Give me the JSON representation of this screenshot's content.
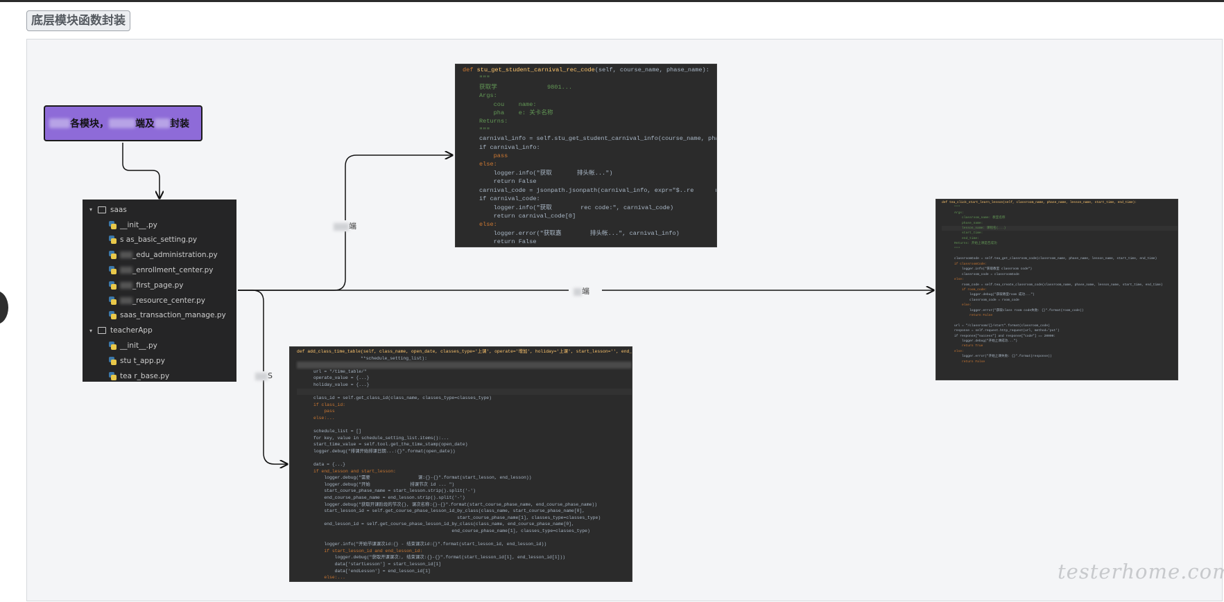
{
  "title": "底层模块函数封装",
  "root_node": {
    "text_a": "各模块，",
    "text_b": "端及",
    "text_c": "封装"
  },
  "tree": {
    "folders": [
      {
        "name": "saas",
        "files": [
          "__init__.py",
          "saas_basic_setting.py",
          "saas_edu_administration.py",
          "saas_enrollment_center.py",
          "saas_first_page.py",
          "saas_resource_center.py",
          "saas_transaction_manage.py"
        ]
      },
      {
        "name": "teacherApp",
        "files": [
          "__init__.py",
          "student_app.py",
          "teacher_base.py"
        ]
      }
    ],
    "display_files": [
      "__init__.py",
      "s  as_basic_setting.py",
      "_edu_administration.py",
      "_enrollment_center.py",
      "_first_page.py",
      "_resource_center.py",
      "saas_transaction_manage.py",
      "__init__.py",
      "stu    t_app.py",
      "tea    r_base.py"
    ]
  },
  "edge_labels": {
    "top": "端",
    "middle": "端",
    "bottom": "S"
  },
  "code_blocks": {
    "carnival": {
      "func_name": "stu_get_student_carnival_rec_code",
      "params": "(self, course_name, phase_name):",
      "lines": [
        "\"\"\"",
        "获取学              9801...",
        "Args:",
        "    cou    name:",
        "    pha    e: 关卡名称",
        "Returns:",
        "\"\"\"",
        "carnival_info = self.stu_get_student_carnival_info(course_name, phase_name)",
        "if carnival_info:",
        "    pass",
        "else:",
        "    logger.info(\"获取       排头帐...\")",
        "    return False",
        "carnival_code = jsonpath.jsonpath(carnival_info, expr=\"$..re      ngCode\")",
        "if carnival_code:",
        "    logger.info(\"获取        rec code:\", carnival_code)",
        "    return carnival_code[0]",
        "else:",
        "    logger.error(\"获取嘉        排头帐...\", carnival_info)",
        "    return False"
      ]
    },
    "schedule": {
      "signature": "def add_class_time_table(self, class_name, open_date, classes_type='上课', operate='增加', holiday='上课', start_lesson='', end_lesson='',",
      "signature2": "                        **schedule_setting_list):",
      "lines": [
        "url = \"/time_table/\"",
        "operate_value = {...}",
        "holiday_value = {...}",
        "",
        "class_id = self.get_class_id(class_name, classes_type=classes_type)",
        "if class_id:",
        "    pass",
        "else:...",
        "",
        "schedule_list = []",
        "for key, value in schedule_setting_list.items():...",
        "start_time_value = self.tool.get_the_time_stamp(open_date)",
        "logger.debug(\"排课开始排课日期...:{}\".format(open_date))",
        "",
        "data = {...}",
        "if end_lesson and start_lesson:",
        "    logger.debug(\"需要                  课:{}-{}\".format(start_lesson, end_lesson))",
        "    logger.debug(\"开始               排课节次 id ... \")",
        "    start_course_phase_name = start_lesson.strip().split('-')",
        "    end_course_phase_name = end_lesson.strip().split('-')",
        "    logger.debug(\"获取开课阶段的节次{}, 课次名称:{}-{}\".format(start_course_phase_name, end_course_phase_name))",
        "    start_lesson_id = self.get_course_phase_lesson_id_by_class(class_name, start_course_phase_name[0],",
        "                                                      start_course_phase_name[1], classes_type=classes_type)",
        "    end_lesson_id = self.get_course_phase_lesson_id_by_class(class_name, end_course_phase_name[0],",
        "                                                    end_course_phase_name[1], classes_type=classes_type)",
        "",
        "    logger.info(\"开始节课课次id:{} - 结束课次id:{}\".format(start_lesson_id, end_lesson_id))",
        "    if start_lesson_id and end_lesson_id:",
        "        logger.debug(\"获取开课课次:, 结束课次:{}-{}\".format(start_lesson_id[1], end_lesson_id[1]))",
        "        data['startLesson'] = start_lesson_id[1]",
        "        data['endLesson'] = end_lesson_id[1]",
        "    else:..."
      ]
    },
    "classroom": {
      "signature": "def tea_click_start_learn_lesson(self, classroom_name, phase_name, lesson_name, start_time, end_time):",
      "lines": [
        "\"\"\"",
        "Args:",
        "    classroom_name: 教室名称",
        "    phase_name:",
        "    lesson_name: 课程名(...)",
        "    start_time:",
        "    end_time:",
        "Returns: 开始上课是否成功",
        "\"\"\"",
        "",
        "classroomCode = self.tea_get_classroom_code(classroom_name, phase_name, lesson_name, start_time, end_time)",
        "if classroomCode:",
        "    logger.info(\"获取教室 classroom code\")",
        "    classroom_code = classroomCode",
        "else:",
        "    room_code = self.tea_create_classroom_code(classroom_name, phase_name, lesson_name, start_time, end_time)",
        "    if room_code:",
        "        logger.debug(\"获取教室room 成功...\")",
        "        classroom_code = room_code",
        "    else:",
        "        logger.error(\"获取class room code失败: {}\".format(room_code))",
        "        return False",
        "",
        "url = \"/classroom/{}/start\".format(classroom_code)",
        "response = self.request.http_request(url, method='put')",
        "if response[\"success\"] and response[\"code\"] == 20000:",
        "    logger.debug(\"开始上课成功...\")",
        "    return True",
        "else:",
        "    logger.error(\"开始上课失败: {}\".format(response))",
        "    return False"
      ]
    }
  },
  "watermark": "testerhome.com",
  "colors": {
    "node_fill": "#8e6bd8",
    "code_bg": "#2b2b2b",
    "tree_bg": "#252526",
    "edge": "#111111"
  }
}
